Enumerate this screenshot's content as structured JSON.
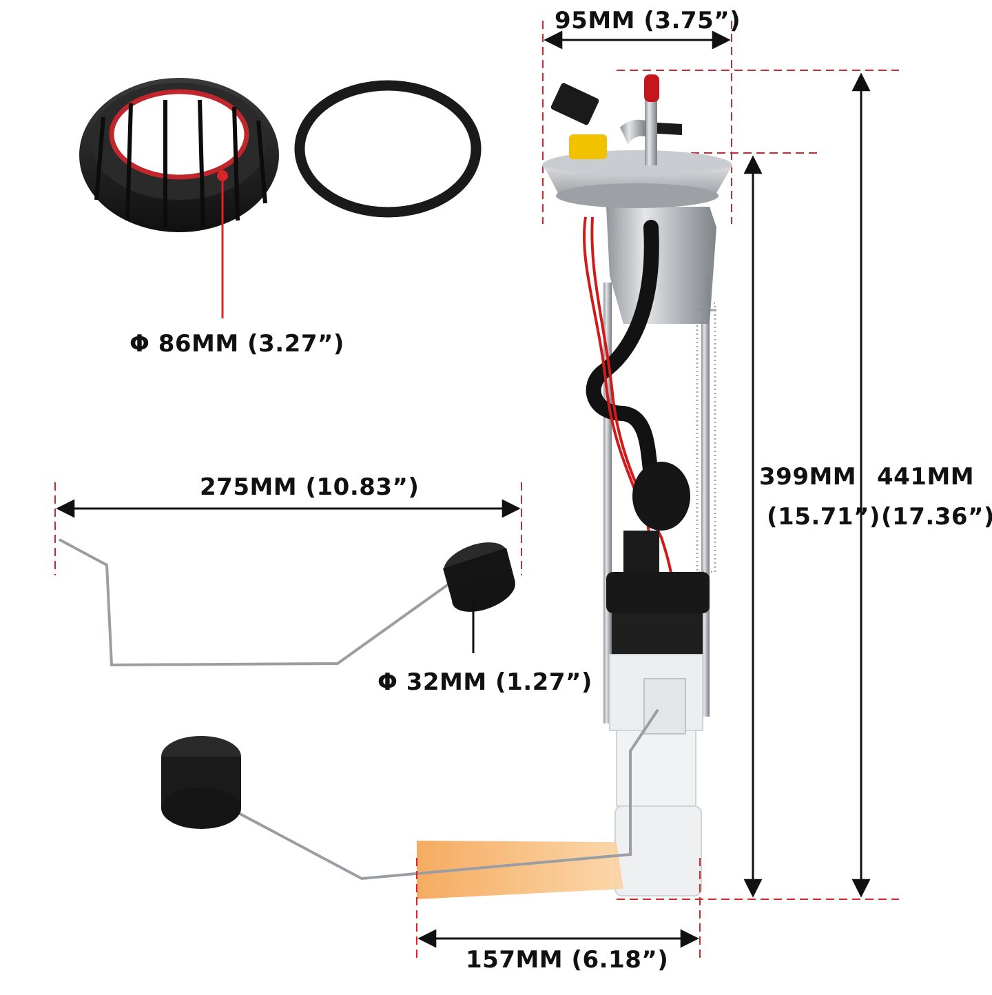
{
  "colors": {
    "dimension_line": "#d8242a",
    "arrow": "#111111",
    "rubber": "#1c1c1c",
    "steel": "#b9bcc0",
    "filter": "#f6b36b",
    "housing": "#eef0f2",
    "wire_red": "#d11b1b",
    "cap_red": "#c4161c",
    "connector_yellow": "#f2c200"
  },
  "dimensions": {
    "flange_width": "95MM (3.75”)",
    "lock_ring_diameter": "Φ 86MM (3.27”)",
    "float_arm_length": "275MM (10.83”)",
    "float_diameter": "Φ 32MM (1.27”)",
    "body_height_mm": "399MM",
    "body_height_in": "(15.71”)",
    "total_height_mm": "441MM",
    "total_height_in": "(17.36”)",
    "bottom_width": "157MM (6.18”)"
  },
  "parts": {
    "icons": [
      "lock-ring-icon",
      "o-ring-seal-icon",
      "float-arm-icon",
      "fuel-pump-assembly-icon",
      "strainer-filter-icon"
    ]
  }
}
